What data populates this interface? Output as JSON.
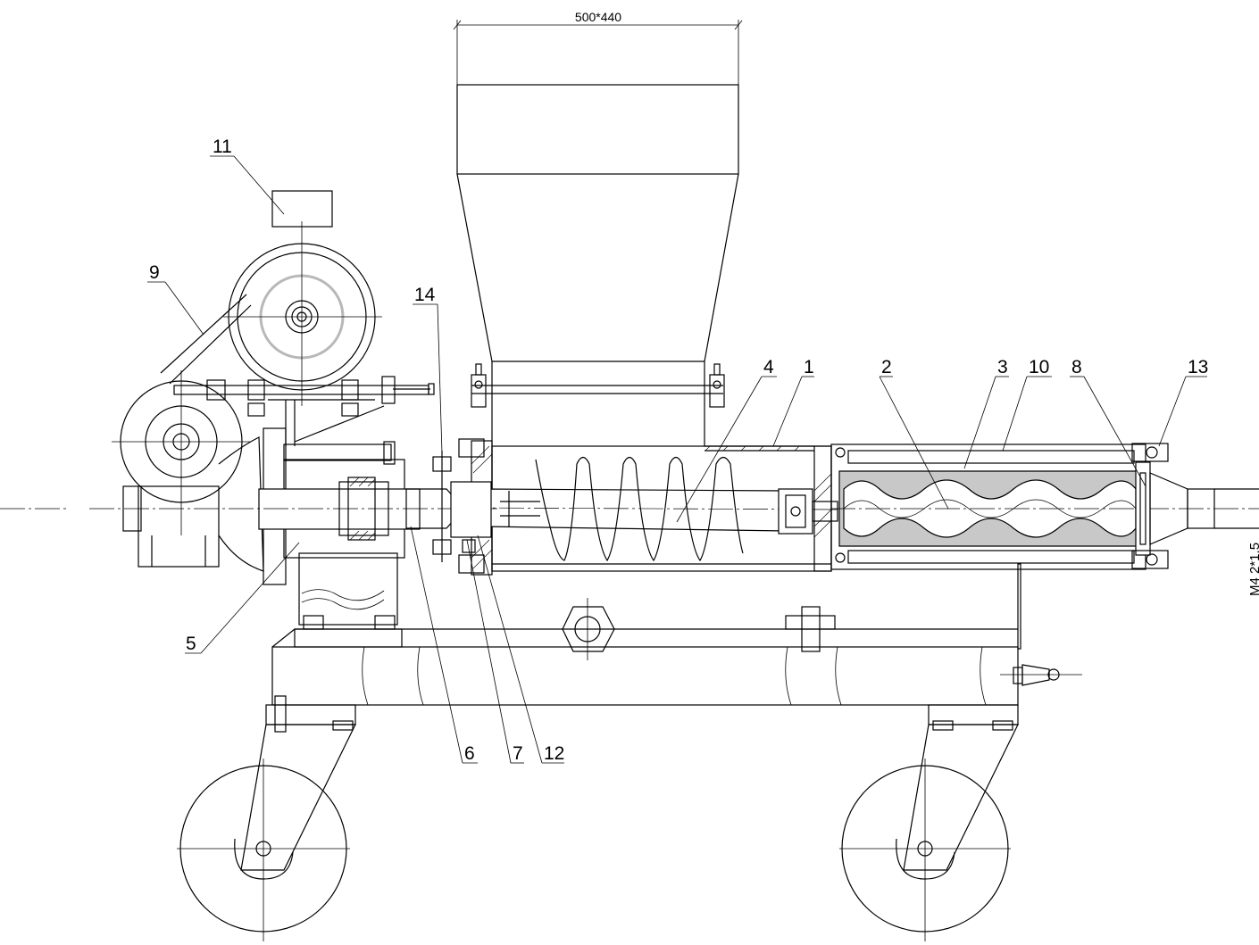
{
  "dimension": {
    "label": "500*440"
  },
  "thread_note": "M4 2*1.5",
  "callouts": [
    {
      "id": "c1",
      "text": "1"
    },
    {
      "id": "c2",
      "text": "2"
    },
    {
      "id": "c3",
      "text": "3"
    },
    {
      "id": "c4",
      "text": "4"
    },
    {
      "id": "c5",
      "text": "5"
    },
    {
      "id": "c6",
      "text": "6"
    },
    {
      "id": "c7",
      "text": "7"
    },
    {
      "id": "c8",
      "text": "8"
    },
    {
      "id": "c9",
      "text": "9"
    },
    {
      "id": "c10",
      "text": "10"
    },
    {
      "id": "c11",
      "text": "11"
    },
    {
      "id": "c12",
      "text": "12"
    },
    {
      "id": "c13",
      "text": "13"
    },
    {
      "id": "c14",
      "text": "14"
    }
  ],
  "colors": {
    "line": "#000000",
    "stator_fill": "#c8c8c8",
    "pulley_accent": "#b8b8b8"
  }
}
